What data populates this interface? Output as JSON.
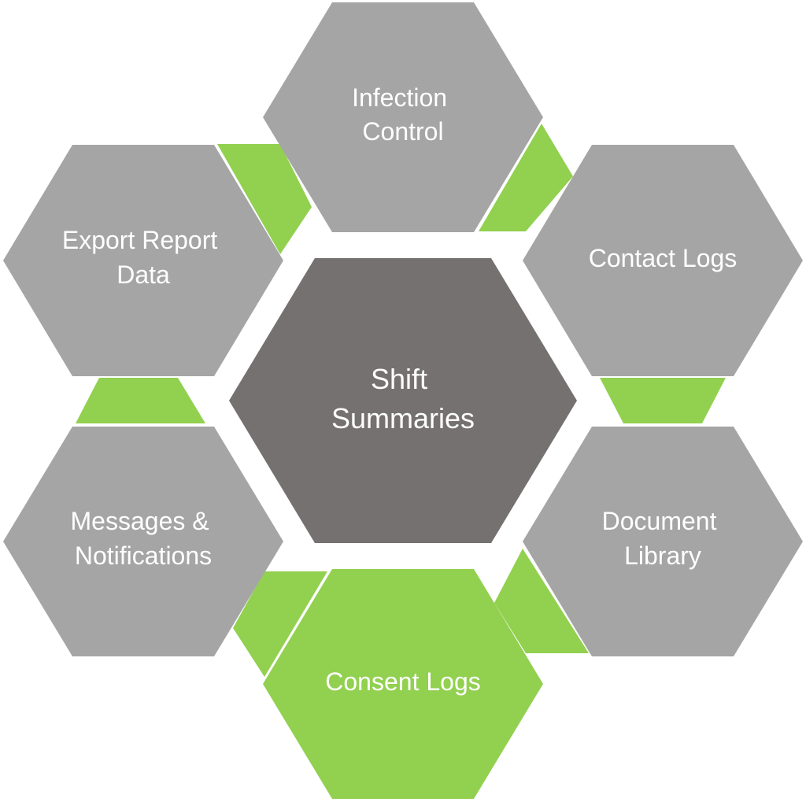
{
  "colors": {
    "outer_hex": "#a5a5a5",
    "center_hex": "#757170",
    "accent": "#92d050",
    "label": "#ffffff"
  },
  "center": {
    "lines": [
      "Shift",
      "Summaries"
    ]
  },
  "nodes": {
    "infection_control": {
      "lines": [
        "Infection",
        "Control"
      ]
    },
    "contact_logs": {
      "lines": [
        "Contact Logs"
      ]
    },
    "document_library": {
      "lines": [
        "Document",
        "Library"
      ]
    },
    "consent_logs": {
      "lines": [
        "Consent  Logs"
      ]
    },
    "messages_notifications": {
      "lines": [
        "Messages &",
        "Notifications"
      ]
    },
    "export_report_data": {
      "lines": [
        "Export Report",
        "Data"
      ]
    }
  }
}
